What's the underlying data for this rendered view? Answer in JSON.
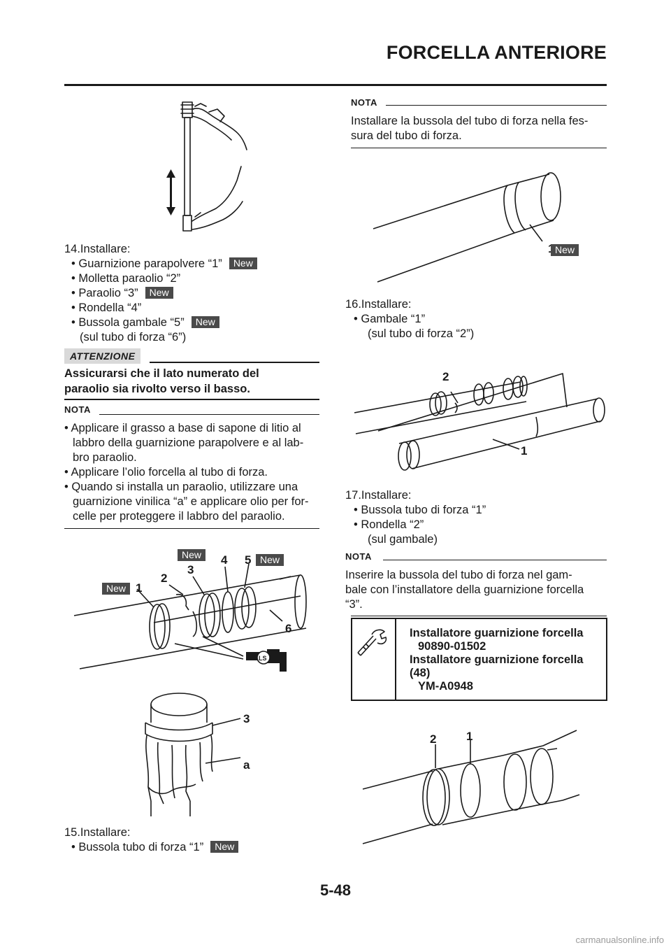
{
  "header": {
    "title": "FORCELLA ANTERIORE"
  },
  "badge_new": "New",
  "left": {
    "step14": {
      "heading": "14.Installare:",
      "items": [
        "• Guarnizione parapolvere “1”",
        "• Molletta paraolio “2”",
        "• Paraolio “3”",
        "• Rondella “4”",
        "• Bussola gambale “5”",
        "(sul tubo di forza “6”)"
      ]
    },
    "attention": {
      "label": "ATTENZIONE",
      "text": [
        "Assicurarsi che il lato numerato del",
        "paraolio sia rivolto verso il basso."
      ]
    },
    "nota1": {
      "label": "NOTA",
      "lines": [
        "• Applicare il grasso a base di sapone di litio al",
        "labbro della guarnizione parapolvere e al lab-",
        "bro paraolio.",
        "• Applicare l’olio forcella al tubo di forza.",
        "• Quando si installa un paraolio, utilizzare una",
        "guarnizione vinilica “a” e applicare olio per for-",
        "celle per proteggere il labbro del paraolio."
      ]
    },
    "fig2": {
      "labels": [
        "1",
        "2",
        "3",
        "4",
        "5",
        "6"
      ],
      "ls": "LS"
    },
    "fig3": {
      "labels": [
        "3",
        "a"
      ]
    },
    "step15": {
      "heading": "15.Installare:",
      "items": [
        "• Bussola tubo di forza “1”"
      ]
    }
  },
  "right": {
    "nota2": {
      "label": "NOTA",
      "lines": [
        "Installare la bussola del tubo di forza nella fes-",
        "sura del tubo di forza."
      ]
    },
    "fig4": {
      "labels": [
        "1"
      ]
    },
    "step16": {
      "heading": "16.Installare:",
      "items": [
        "• Gambale “1”",
        "(sul tubo di forza “2”)"
      ]
    },
    "fig5": {
      "labels": [
        "2",
        "1"
      ]
    },
    "step17": {
      "heading": "17.Installare:",
      "items": [
        "• Bussola tubo di forza “1”",
        "• Rondella “2”",
        "(sul gambale)"
      ]
    },
    "nota3": {
      "label": "NOTA",
      "lines": [
        "Inserire la bussola del tubo di forza nel gam-",
        "bale con l’installatore della guarnizione forcella",
        "“3”."
      ]
    },
    "tool": {
      "lines": [
        "Installatore guarnizione forcella",
        "90890-01502",
        "Installatore guarnizione forcella",
        "(48)",
        "YM-A0948"
      ]
    },
    "fig6": {
      "labels": [
        "2",
        "1"
      ]
    }
  },
  "footer": {
    "page": "5-48",
    "watermark": "carmanualsonline.info"
  }
}
